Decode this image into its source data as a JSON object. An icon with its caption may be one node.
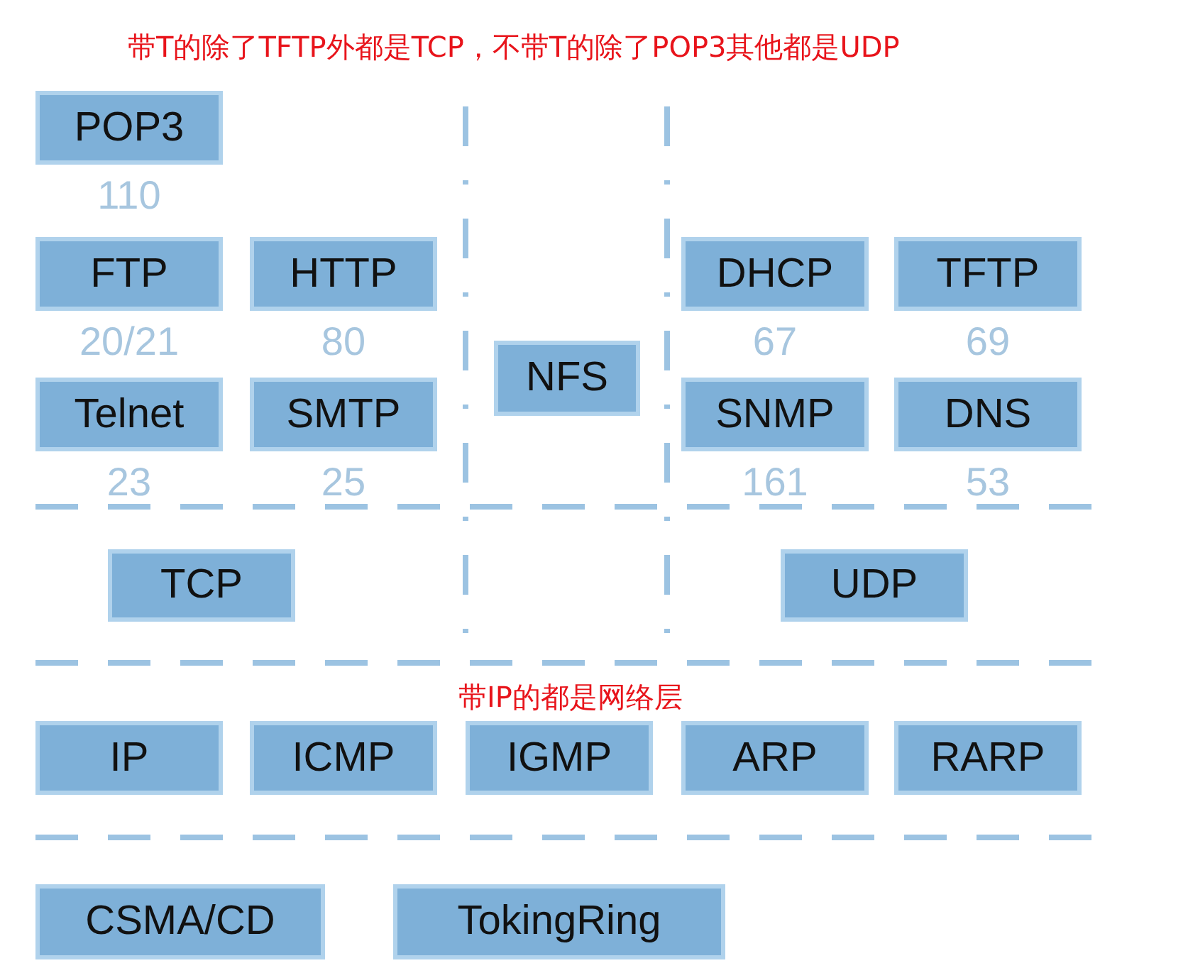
{
  "diagram": {
    "nodes": [
      {
        "text": [
          "POP3"
        ],
        "beside": [
          "110"
        ]
      },
      {
        "text": [
          "FTP"
        ],
        "beside": [
          "20/21"
        ]
      },
      {
        "text": [
          "HTTP"
        ],
        "beside": [
          "80"
        ]
      },
      {
        "text": [
          "NFS"
        ]
      },
      {
        "text": [
          "DHCP"
        ],
        "beside": [
          "67"
        ]
      },
      {
        "text": [
          "TFTP"
        ],
        "beside": [
          "69"
        ]
      },
      {
        "text": [
          "Telnet"
        ],
        "beside": [
          "23"
        ]
      },
      {
        "text": [
          "SMTP"
        ],
        "beside": [
          "25"
        ]
      },
      {
        "text": [
          "SNMP"
        ],
        "beside": [
          "161"
        ]
      },
      {
        "text": [
          "DNS"
        ],
        "beside": [
          "53"
        ]
      },
      {
        "text": [
          "TCP"
        ]
      },
      {
        "text": [
          "UDP"
        ]
      },
      {
        "text": [
          "IP"
        ]
      },
      {
        "text": [
          "ICMP"
        ]
      },
      {
        "text": [
          "IGMP"
        ]
      },
      {
        "text": [
          "ARP"
        ]
      },
      {
        "text": [
          "RARP"
        ]
      },
      {
        "text": [
          "CSMA/CD"
        ]
      },
      {
        "text": [
          "TokingRing"
        ]
      }
    ],
    "labels": [
      "带T的除了TFTP外都是TCP，不带T的除了POP3其他都是UDP",
      "带IP的都是网络层"
    ]
  }
}
